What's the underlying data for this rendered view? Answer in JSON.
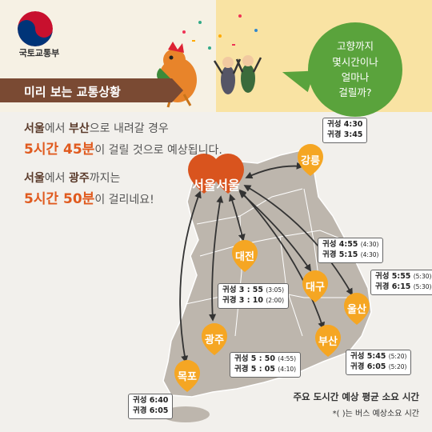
{
  "logo": {
    "org": "국토교통부"
  },
  "bubble": {
    "lines": [
      "고향까지",
      "몇시간이나",
      "얼마나",
      "걸릴까?"
    ]
  },
  "banner": {
    "title": "미리 보는 교통상황"
  },
  "headline1": {
    "from": "서울",
    "p1": "에서 ",
    "to": "부산",
    "p2": "으로 내려갈 경우",
    "time": "5시간 45분",
    "tail": "이 걸릴 것으로 예상됩니다."
  },
  "headline2": {
    "from": "서울",
    "p1": "에서 ",
    "to": "광주",
    "p2": "까지는",
    "time": "5시간 50분",
    "tail": "이 걸리네요!"
  },
  "cities": {
    "seoul": "서울",
    "gangneung": "강릉",
    "daejeon": "대전",
    "daegu": "대구",
    "ulsan": "울산",
    "busan": "부산",
    "gwangju": "광주",
    "mokpo": "목포"
  },
  "times": {
    "gangneung": {
      "down": "귀성 4:30",
      "up": "귀경 3:45"
    },
    "daegu": {
      "down": "귀성 4:55",
      "down_bus": "(4:30)",
      "up": "귀경 5:15",
      "up_bus": "(4:30)"
    },
    "ulsan": {
      "down": "귀성 5:55",
      "down_bus": "(5:30)",
      "up": "귀경 6:15",
      "up_bus": "(5:30)"
    },
    "daejeon": {
      "down": "귀성 3 : 55",
      "down_bus": "(3:05)",
      "up": "귀경 3 : 10",
      "up_bus": "(2:00)"
    },
    "gwangju": {
      "down": "귀성 5 : 50",
      "down_bus": "(4:55)",
      "up": "귀경 5 : 05",
      "up_bus": "(4:10)"
    },
    "busan": {
      "down": "귀성 5:45",
      "down_bus": "(5:20)",
      "up": "귀경 6:05",
      "up_bus": "(5:20)"
    },
    "mokpo": {
      "down": "귀성 6:40",
      "up": "귀경 6:05"
    }
  },
  "legend": {
    "main": "주요 도시간 예상 평균 소요 시간",
    "sub": "*( )는 버스 예상소요 시간"
  },
  "colors": {
    "pin": "#f5a623",
    "seoul_pin": "#d9541e",
    "banner": "#7a4a33",
    "bubble": "#5aa33c",
    "accent": "#e05a1e"
  }
}
